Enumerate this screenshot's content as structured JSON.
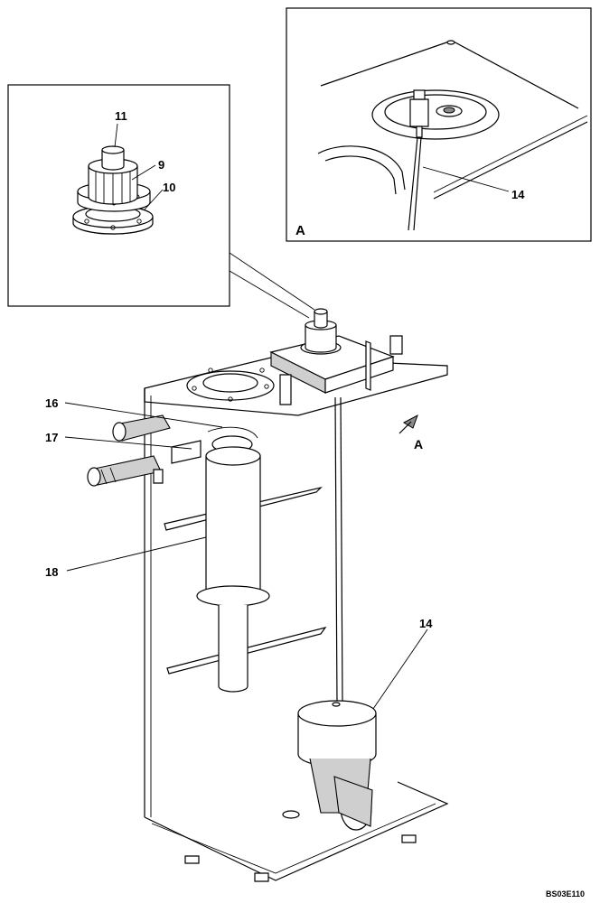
{
  "diagram": {
    "callouts": {
      "c11": "11",
      "c9": "9",
      "c10": "10",
      "c14_detail": "14",
      "c16": "16",
      "c17": "17",
      "c18": "18",
      "c14_main": "14"
    },
    "view_marks": {
      "detail_view": "A",
      "main_arrow": "A"
    },
    "drawing_code": "BS03E110"
  }
}
